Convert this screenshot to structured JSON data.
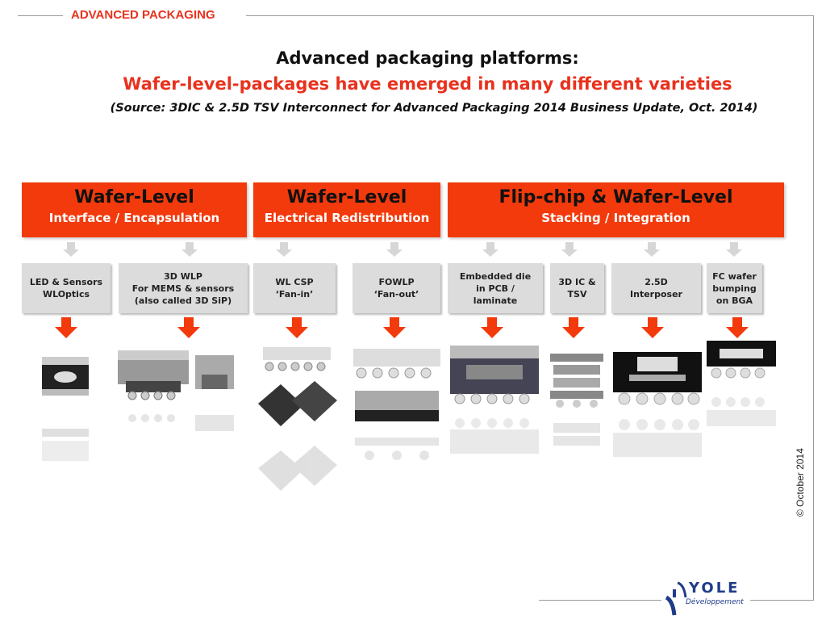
{
  "header": {
    "section_label": "ADVANCED PACKAGING"
  },
  "title": {
    "line1": "Advanced packaging platforms:",
    "line2": "Wafer-level-packages have emerged in many different varieties",
    "source": "(Source:  3DIC & 2.5D TSV Interconnect for Advanced Packaging 2014 Business Update, Oct. 2014)"
  },
  "categories": [
    {
      "title": "Wafer-Level",
      "subtitle": "Interface / Encapsulation"
    },
    {
      "title": "Wafer-Level",
      "subtitle": "Electrical Redistribution"
    },
    {
      "title": "Flip-chip & Wafer-Level",
      "subtitle": "Stacking / Integration"
    }
  ],
  "platforms": [
    {
      "label": "LED & Sensors\nWLOptics"
    },
    {
      "label": "3D WLP\nFor MEMS & sensors\n(also called 3D SiP)"
    },
    {
      "label": "WL CSP\n‘Fan-in’"
    },
    {
      "label": "FOWLP\n‘Fan-out’"
    },
    {
      "label": "Embedded die\nin PCB /\nlaminate"
    },
    {
      "label": "3D IC &\nTSV"
    },
    {
      "label": "2.5D\nInterposer"
    },
    {
      "label": "FC wafer\nbumping\non BGA"
    }
  ],
  "footer": {
    "copyright": "© October 2014",
    "logo_text": "YOLE",
    "logo_subtext": "Développement"
  },
  "colors": {
    "accent": "#f23a0c",
    "header_label": "#e8321e",
    "platform_box": "#dcdcdc",
    "logo": "#1f3c88"
  }
}
